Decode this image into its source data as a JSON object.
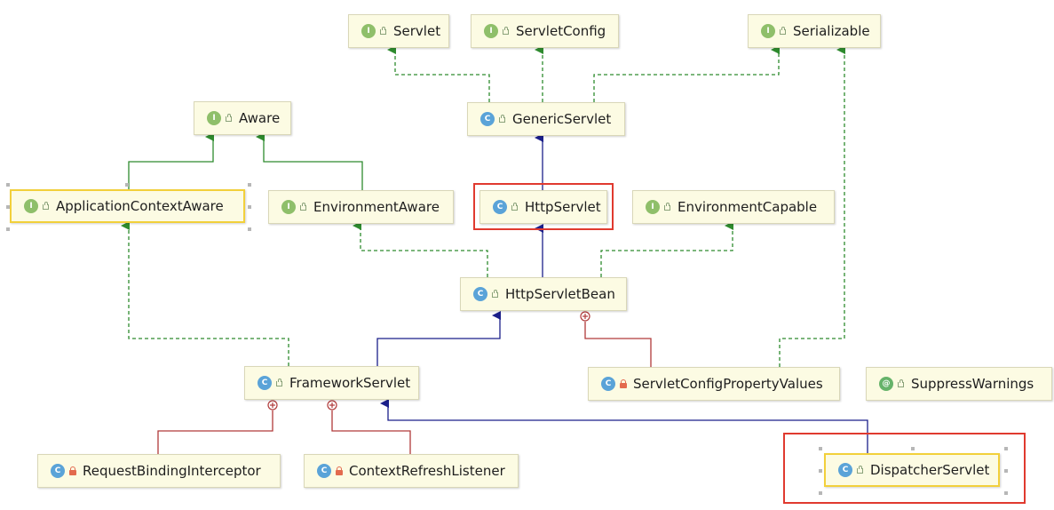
{
  "nodes": {
    "servlet": {
      "label": "Servlet",
      "kind": "interface",
      "access": "public"
    },
    "servlet_config": {
      "label": "ServletConfig",
      "kind": "interface",
      "access": "public"
    },
    "serializable": {
      "label": "Serializable",
      "kind": "interface",
      "access": "public"
    },
    "aware": {
      "label": "Aware",
      "kind": "interface",
      "access": "public"
    },
    "generic_servlet": {
      "label": "GenericServlet",
      "kind": "class",
      "access": "public"
    },
    "application_context_aware": {
      "label": "ApplicationContextAware",
      "kind": "interface",
      "access": "public"
    },
    "environment_aware": {
      "label": "EnvironmentAware",
      "kind": "interface",
      "access": "public"
    },
    "http_servlet": {
      "label": "HttpServlet",
      "kind": "class",
      "access": "public"
    },
    "environment_capable": {
      "label": "EnvironmentCapable",
      "kind": "interface",
      "access": "public"
    },
    "http_servlet_bean": {
      "label": "HttpServletBean",
      "kind": "class",
      "access": "public"
    },
    "framework_servlet": {
      "label": "FrameworkServlet",
      "kind": "class",
      "access": "public"
    },
    "servlet_config_property_values": {
      "label": "ServletConfigPropertyValues",
      "kind": "class",
      "access": "private"
    },
    "suppress_warnings": {
      "label": "SuppressWarnings",
      "kind": "annotation",
      "access": "public"
    },
    "request_binding_interceptor": {
      "label": "RequestBindingInterceptor",
      "kind": "class",
      "access": "private"
    },
    "context_refresh_listener": {
      "label": "ContextRefreshListener",
      "kind": "class",
      "access": "private"
    },
    "dispatcher_servlet": {
      "label": "DispatcherServlet",
      "kind": "class",
      "access": "public"
    }
  },
  "badge_glyphs": {
    "interface": "I",
    "class": "C",
    "annotation": "@"
  },
  "edge_colors": {
    "implements": "#2e8b2e",
    "extends": "#1b1f8a",
    "inner": "#b03a3a"
  },
  "highlight_color": "#e03a2f",
  "selection_color": "#f2d03b"
}
